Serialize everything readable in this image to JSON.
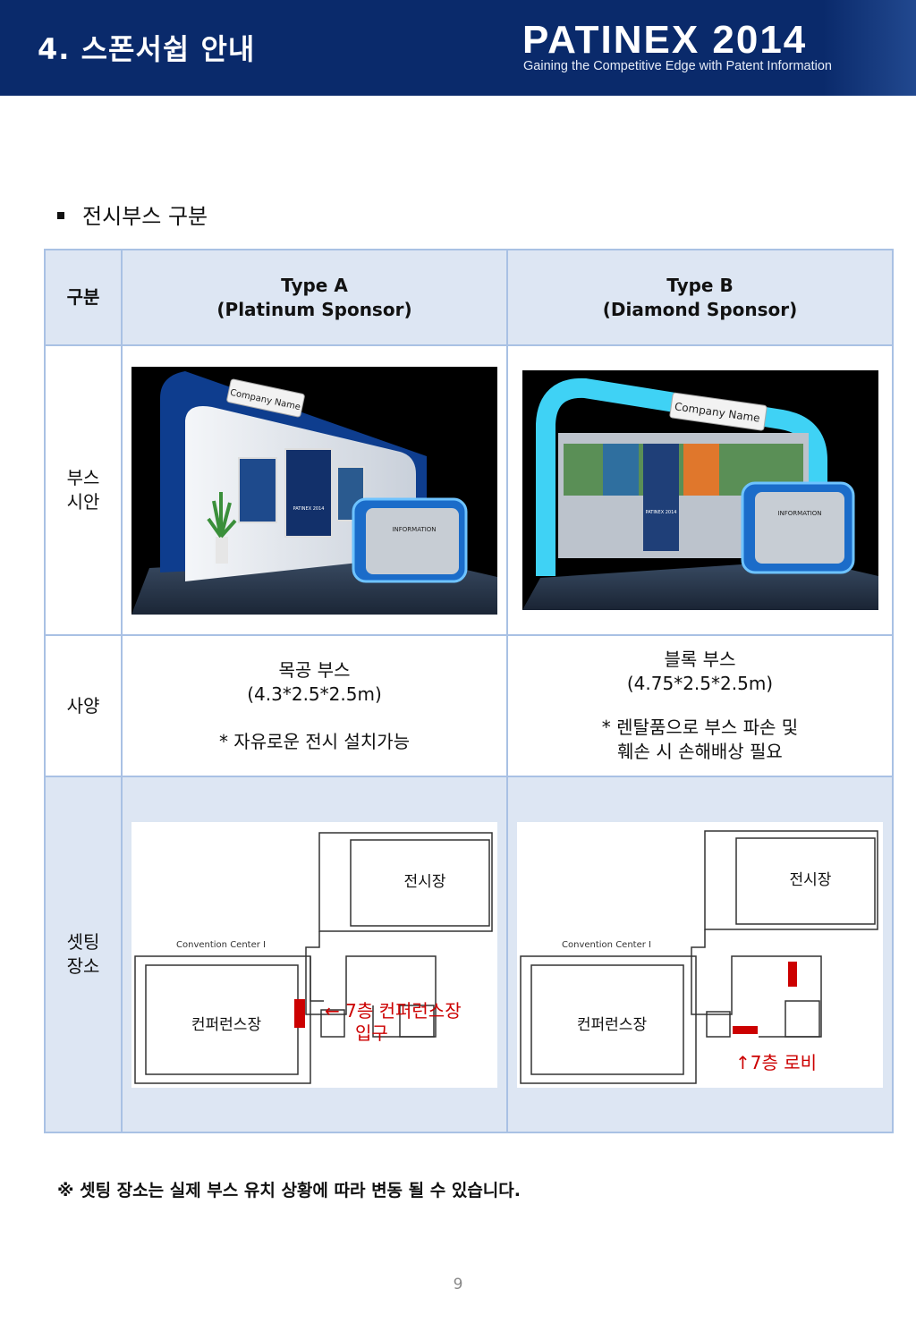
{
  "header": {
    "title": "4. 스폰서쉽 안내",
    "logo_main": "PATINEX 2014",
    "logo_sub": "Gaining the Competitive Edge with Patent Information"
  },
  "section_title": "전시부스 구분",
  "table": {
    "corner": "구분",
    "type_a_title": "Type A",
    "type_a_sub": "(Platinum Sponsor)",
    "type_b_title": "Type B",
    "type_b_sub": "(Diamond Sponsor)",
    "row_preview_line1": "부스",
    "row_preview_line2": "시안",
    "row_spec": "사양",
    "row_location_line1": "셋팅",
    "row_location_line2": "장소",
    "spec_a": {
      "line1": "목공 부스",
      "line2": "(4.3*2.5*2.5m)",
      "note": "* 자유로운 전시 설치가능"
    },
    "spec_b": {
      "line1": "블록 부스",
      "line2": "(4.75*2.5*2.5m)",
      "note1": "* 렌탈품으로 부스 파손 및",
      "note2": "훼손 시 손해배상 필요"
    },
    "booth_a_image": {
      "sign": "Company Name",
      "counter": "INFORMATION",
      "poster": "PATINEX 2014"
    },
    "booth_b_image": {
      "sign": "Company Name",
      "counter": "INFORMATION",
      "poster": "PATINEX 2014"
    },
    "plan_a": {
      "hall": "전시장",
      "conf": "컨퍼런스장",
      "center": "Convention Center I",
      "marker1": "← 7층 컨퍼런스장",
      "marker2": "입구"
    },
    "plan_b": {
      "hall": "전시장",
      "conf": "컨퍼런스장",
      "center": "Convention Center I",
      "marker": "↑7층 로비"
    }
  },
  "note": "※ 셋팅 장소는 실제 부스 유치 상황에 따라 변동 될 수 있습니다.",
  "page_number": "9",
  "colors": {
    "header_bg": "#0a2a6b",
    "table_fill": "#dde6f3",
    "table_border": "#a9c1e4",
    "marker_red": "#cc0000"
  }
}
